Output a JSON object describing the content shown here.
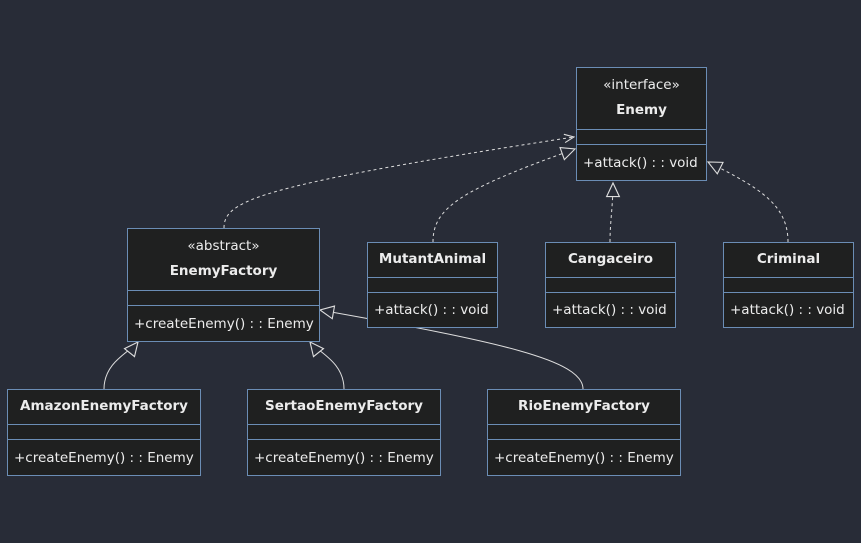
{
  "classes": {
    "enemy": {
      "stereotype": "«interface»",
      "name": "Enemy",
      "method": "+attack() : : void"
    },
    "enemy_factory": {
      "stereotype": "«abstract»",
      "name": "EnemyFactory",
      "method": "+createEnemy() : : Enemy"
    },
    "mutant_animal": {
      "name": "MutantAnimal",
      "method": "+attack() : : void"
    },
    "cangaceiro": {
      "name": "Cangaceiro",
      "method": "+attack() : : void"
    },
    "criminal": {
      "name": "Criminal",
      "method": "+attack() : : void"
    },
    "amazon_enemy_factory": {
      "name": "AmazonEnemyFactory",
      "method": "+createEnemy() : : Enemy"
    },
    "sertao_enemy_factory": {
      "name": "SertaoEnemyFactory",
      "method": "+createEnemy() : : Enemy"
    },
    "rio_enemy_factory": {
      "name": "RioEnemyFactory",
      "method": "+createEnemy() : : Enemy"
    }
  },
  "relations": [
    {
      "from": "EnemyFactory",
      "to": "Enemy",
      "type": "dependency"
    },
    {
      "from": "MutantAnimal",
      "to": "Enemy",
      "type": "realization"
    },
    {
      "from": "Cangaceiro",
      "to": "Enemy",
      "type": "realization"
    },
    {
      "from": "Criminal",
      "to": "Enemy",
      "type": "realization"
    },
    {
      "from": "AmazonEnemyFactory",
      "to": "EnemyFactory",
      "type": "inheritance"
    },
    {
      "from": "SertaoEnemyFactory",
      "to": "EnemyFactory",
      "type": "inheritance"
    },
    {
      "from": "RioEnemyFactory",
      "to": "EnemyFactory",
      "type": "inheritance"
    }
  ],
  "colors": {
    "background": "#282c37",
    "box_fill": "#1f2020",
    "box_border": "#6b8db5",
    "text": "#ececec",
    "line": "#dddddd"
  }
}
